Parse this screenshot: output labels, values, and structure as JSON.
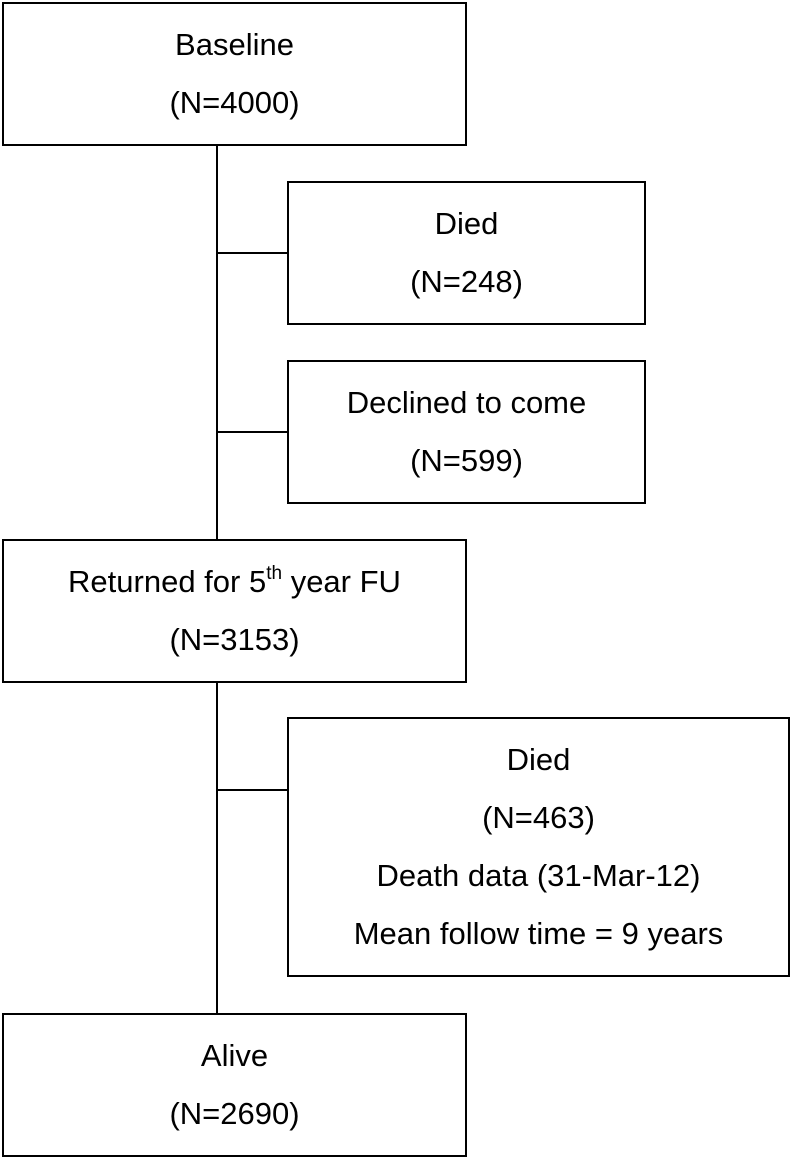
{
  "nodes": {
    "baseline": {
      "label": "Baseline",
      "count": "(N=4000)"
    },
    "died_first": {
      "label": "Died",
      "count": "(N=248)"
    },
    "declined": {
      "label": "Declined to come",
      "count": "(N=599)"
    },
    "returned": {
      "label_pre": "Returned for 5",
      "label_sup": "th",
      "label_post": " year FU",
      "count": "(N=3153)"
    },
    "died_second": {
      "label": "Died",
      "count": "(N=463)",
      "note_death_data": "Death data (31-Mar-12)",
      "note_follow": "Mean follow time = 9 years"
    },
    "alive": {
      "label": "Alive",
      "count": "(N=2690)"
    }
  },
  "colors": {
    "stroke": "#000000",
    "background": "#ffffff",
    "text": "#000000"
  }
}
